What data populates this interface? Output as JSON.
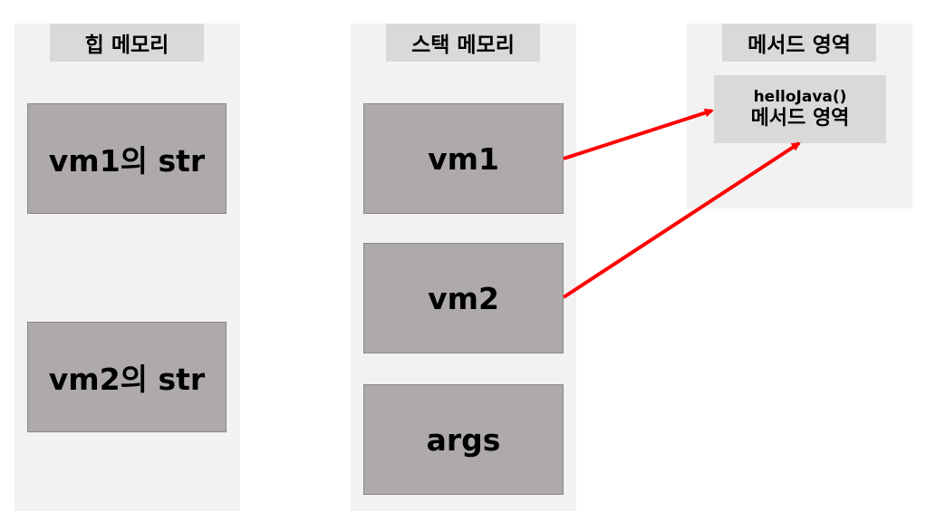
{
  "heap": {
    "title": "힙 메모리",
    "items": [
      "vm1의 str",
      "vm2의 str"
    ]
  },
  "stack": {
    "title": "스택 메모리",
    "items": [
      "vm1",
      "vm2",
      "args"
    ]
  },
  "method_area": {
    "title": "메서드 영역",
    "method": {
      "name": "helloJava()",
      "label": "메서드 영역"
    }
  },
  "colors": {
    "panel_bg": "#f2f2f2",
    "title_bg": "#d9d9d9",
    "box_bg": "#aeaaaa",
    "arrow": "#ff0000"
  }
}
